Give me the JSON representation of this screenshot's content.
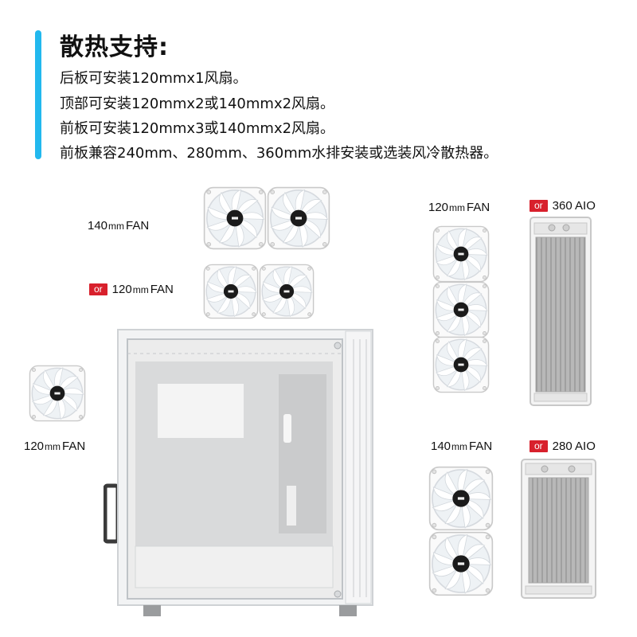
{
  "heading": "散热支持:",
  "specs": [
    "后板可安装120mmx1风扇。",
    "顶部可安装120mmx2或140mmx2风扇。",
    "前板可安装120mmx3或140mmx2风扇。",
    "前板兼容240mm、280mm、360mm水排安装或选装风冷散热器。"
  ],
  "labels": {
    "top_140": {
      "num": "140",
      "unit": "mm",
      "suffix": "FAN"
    },
    "top_120": {
      "or": "or",
      "num": "120",
      "unit": "mm",
      "suffix": "FAN"
    },
    "rear_120": {
      "num": "120",
      "unit": "mm",
      "suffix": "FAN"
    },
    "front_120": {
      "num": "120",
      "unit": "mm",
      "suffix": "FAN"
    },
    "front_140": {
      "num": "140",
      "unit": "mm",
      "suffix": "FAN"
    },
    "aio_360": {
      "or": "or",
      "text": "360 AIO"
    },
    "aio_280": {
      "or": "or",
      "text": "280 AIO"
    }
  },
  "colors": {
    "accent": "#22b8ee",
    "badge": "#d8202c"
  },
  "icons": [
    "fan-icon",
    "radiator-icon",
    "pc-case-icon"
  ]
}
